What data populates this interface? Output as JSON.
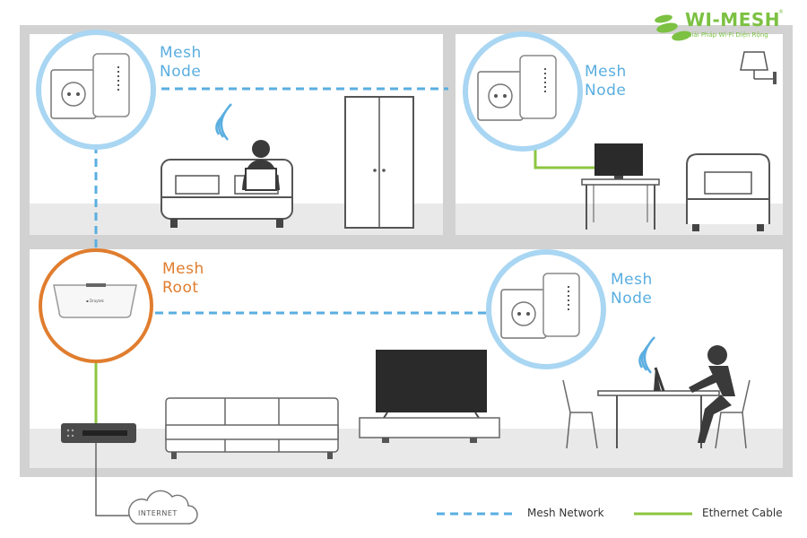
{
  "brand": {
    "name": "WI-MESH",
    "tagline": "Giải Pháp Wi-Fi Diện Rộng",
    "registered": "®",
    "color": "#7cc142"
  },
  "nodes": [
    {
      "line1": "Mesh",
      "line2": "Node",
      "role": "node"
    },
    {
      "line1": "Mesh",
      "line2": "Node",
      "role": "node"
    },
    {
      "line1": "Mesh",
      "line2": "Root",
      "role": "root"
    },
    {
      "line1": "Mesh",
      "line2": "Node",
      "role": "node"
    }
  ],
  "internet_label": "INTERNET",
  "legend": {
    "mesh_network": "Mesh Network",
    "ethernet_cable": "Ethernet Cable"
  },
  "colors": {
    "mesh_blue": "#5aaee0",
    "root_orange": "#e07d2e",
    "ethernet_green": "#8cc63f",
    "house_frame": "#d0d0d0",
    "floor": "#e9e9e9"
  }
}
